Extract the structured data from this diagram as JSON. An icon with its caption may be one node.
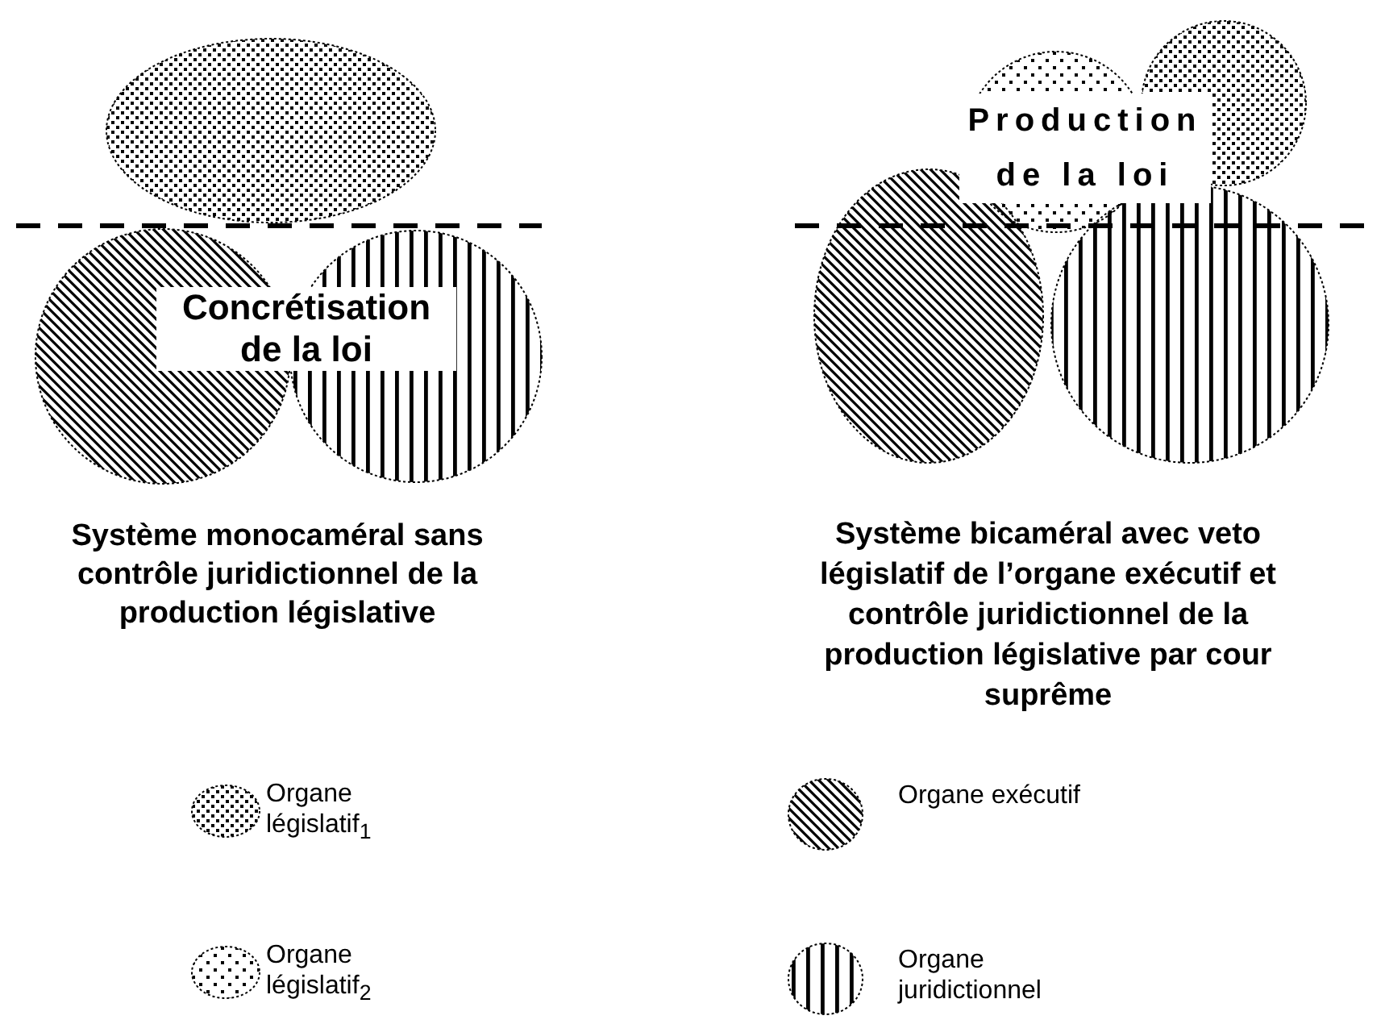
{
  "diagram": {
    "nodes": [
      {
        "text": [],
        "shape": "ellipse"
      },
      {
        "text": [],
        "shape": "circle"
      },
      {
        "text": [],
        "shape": "circle"
      },
      {
        "text": [],
        "shape": "circle"
      },
      {
        "text": [],
        "shape": "circle"
      },
      {
        "text": [],
        "shape": "ellipse"
      },
      {
        "text": [],
        "shape": "circle"
      }
    ],
    "edges": [],
    "labels": [
      "Concrétisation de la loi",
      "Production de la loi",
      "Système monocaméral sans contrôle juridictionnel de la production législative",
      "Système bicaméral avec veto législatif de l’organe exécutif et contrôle juridictionnel de la production législative par cour suprême"
    ],
    "legend": [
      {
        "text": "Organe législatif$_{1}$"
      },
      {
        "text": "Organe législatif$_{2}$"
      },
      {
        "text": "Organe exécutif"
      },
      {
        "text": "Organe juridictionnel"
      }
    ]
  }
}
